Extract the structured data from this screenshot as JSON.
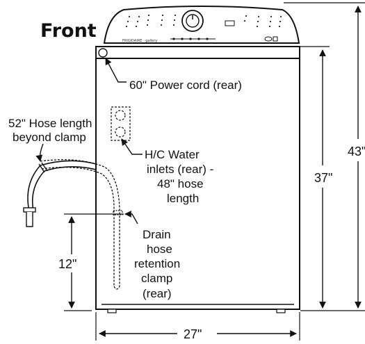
{
  "title": "Front",
  "brand": "FRIGIDAIRE · gallery",
  "callouts": {
    "power_cord": "60\" Power cord (rear)",
    "hose_length": [
      "52\" Hose length",
      "beyond clamp"
    ],
    "water_inlets": [
      "H/C Water",
      "inlets (rear) -",
      "48\" hose",
      "length"
    ],
    "drain_clamp": [
      "Drain",
      "hose",
      "retention",
      "clamp",
      "(rear)"
    ]
  },
  "dimensions": {
    "total_height": "43\"",
    "cabinet_height": "37\"",
    "clamp_height": "12\"",
    "width": "27\""
  }
}
